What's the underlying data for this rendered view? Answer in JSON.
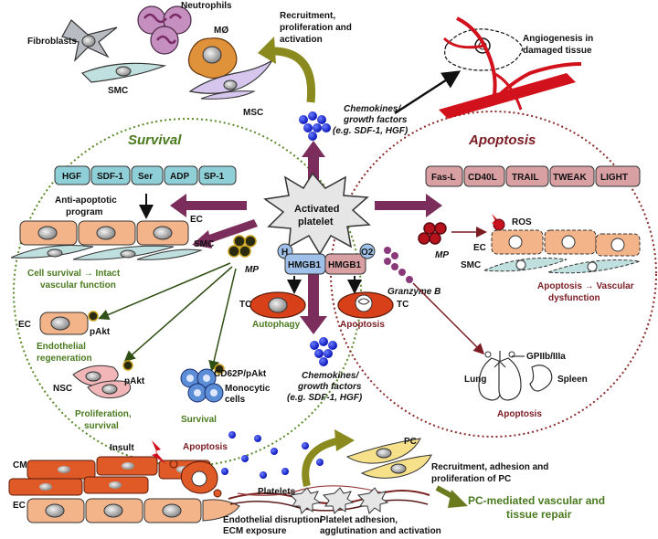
{
  "sections": {
    "survival_title": "Survival",
    "apoptosis_title": "Apoptosis"
  },
  "center": {
    "line1": "Activated",
    "line2": "platelet"
  },
  "top": {
    "recruitment": [
      "Recruitment,",
      "proliferation and",
      "activation"
    ],
    "chemokines": [
      "Chemokines/",
      "growth factors",
      "(e.g. SDF-1, HGF)"
    ],
    "angiogenesis": [
      "Angiogenesis in",
      "damaged tissue"
    ],
    "neutrophils": "Neutrophils",
    "mo": "MØ",
    "fibroblasts": "Fibroblasts",
    "smc": "SMC",
    "msc": "MSC"
  },
  "survival": {
    "factors": [
      "HGF",
      "SDF-1",
      "Ser",
      "ADP",
      "SP-1"
    ],
    "anti_apoptotic": [
      "Anti-apoptotic",
      "program"
    ],
    "ec": "EC",
    "smc": "SMC",
    "mp": "MP",
    "cell_survival": [
      "Cell survival → Intact",
      "vascular function"
    ],
    "ec2": "EC",
    "pakt1": "pAkt",
    "endothelial_regen": [
      "Endothelial",
      "regeneration"
    ],
    "nsc": "NSC",
    "pakt2": "pAkt",
    "prolif_survival": [
      "Proliferation,",
      "survival"
    ],
    "cd62p": "CD62P/pAkt",
    "monocytic": [
      "Monocytic",
      "cells"
    ],
    "survival_label": "Survival"
  },
  "apoptosis": {
    "factors": [
      "Fas-L",
      "CD40L",
      "TRAIL",
      "TWEAK",
      "LIGHT"
    ],
    "ros": "ROS",
    "mp": "MP",
    "ec": "EC",
    "smc": "SMC",
    "vascular_dysfunction": [
      "Apoptosis → Vascular",
      "dysfunction"
    ],
    "granzyme": "Granzyme B",
    "gpiib": "GPIIb/IIIa",
    "lung": "Lung",
    "spleen": "Spleen",
    "apoptosis_label": "Apoptosis"
  },
  "middle": {
    "h": "H",
    "hmgb1_left": "HMGB1",
    "hmgb1_right": "HMGB1",
    "o2": "O2",
    "tc_left": "TC",
    "tc_right": "TC",
    "autophagy": "Autophagy",
    "apoptosis": "Apoptosis"
  },
  "bottom": {
    "chemokines": [
      "Chemokines/",
      "growth factors",
      "(e.g. SDF-1, HGF)"
    ],
    "cm": "CM",
    "insult": "Insult",
    "apoptosis": "Apoptosis",
    "ec": "EC",
    "platelets": "Platelets",
    "pc": "PC",
    "recruitment_pc": [
      "Recruitment, adhesion and",
      "proliferation of PC"
    ],
    "pc_mediated": [
      "PC-mediated vascular and",
      "tissue repair"
    ],
    "endothelial_disruption": [
      "Endothelial disruption/",
      "ECM exposure"
    ],
    "platelet_adhesion": [
      "Platelet adhesion,",
      "agglutination and activation"
    ]
  },
  "colors": {
    "arrow_purple": "#7b2d5c",
    "survival_green": "#4a7a1e",
    "apoptosis_maroon": "#7a1c22",
    "factor_box_blue": "#8fd0d8",
    "factor_box_red": "#d9a0a3",
    "platelet_blue": "#1f2ee0",
    "cell_orange": "#f4b48a",
    "smc_teal": "#bfe0df"
  }
}
